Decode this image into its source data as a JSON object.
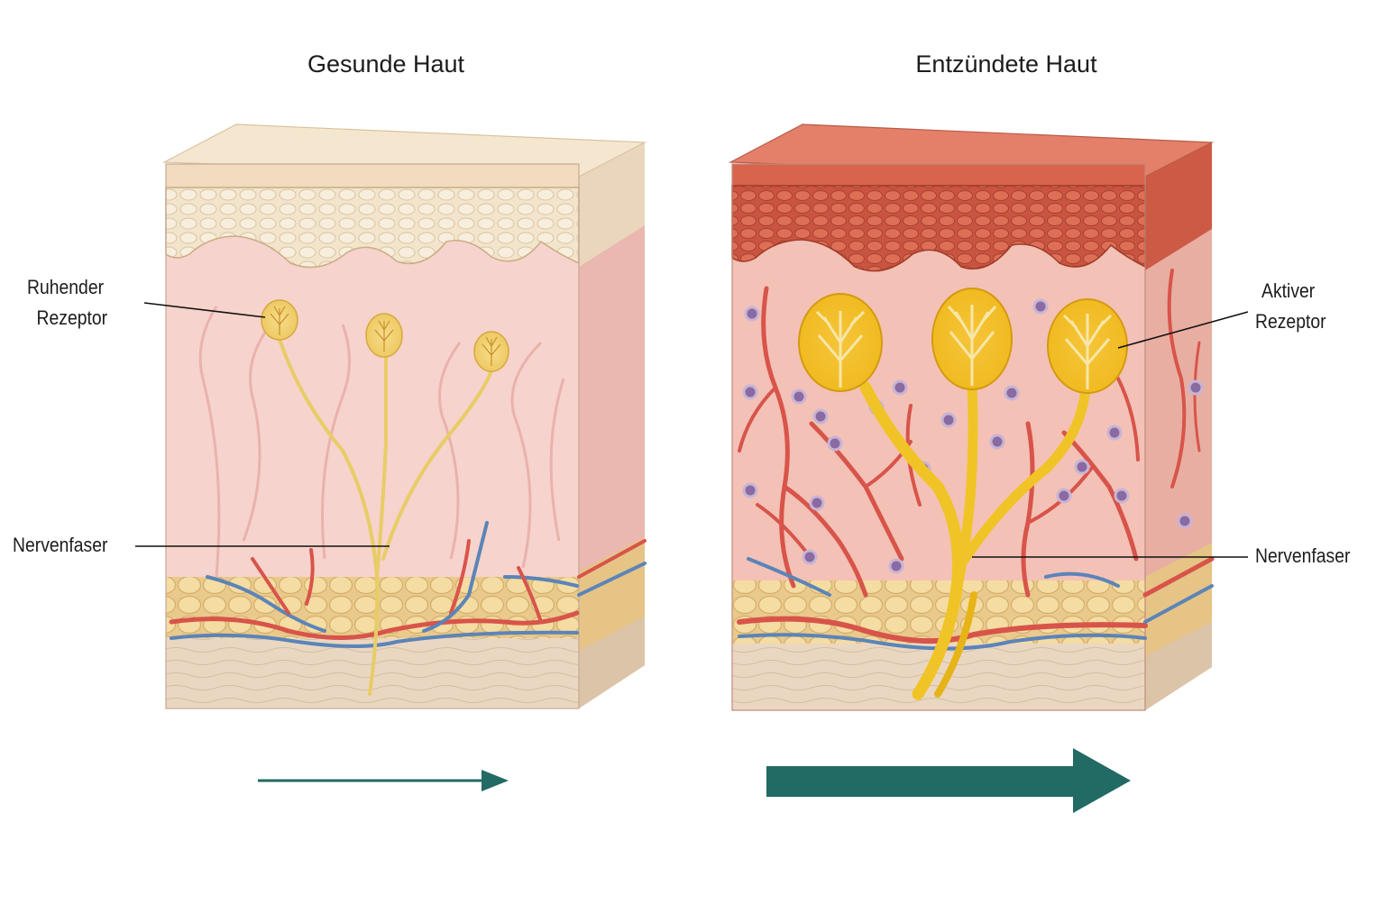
{
  "panels": {
    "healthy": {
      "title": "Gesunde Haut",
      "receptor_label": [
        "Ruhender",
        "Rezeptor"
      ],
      "nerve_label": "Nervenfaser"
    },
    "inflamed": {
      "title": "Entzündete Haut",
      "receptor_label": [
        "Aktiver",
        "Rezeptor"
      ],
      "nerve_label": "Nervenfaser"
    }
  },
  "colors": {
    "healthy_epidermis": "#f4e6d0",
    "healthy_dermis": "#f6d2cc",
    "inflamed_epidermis": "#d9624a",
    "inflamed_dermis": "#f2bcb0",
    "fat": "#f2d79a",
    "nerve": "#f2d45a",
    "artery": "#d8544a",
    "vein": "#5b84b8",
    "immune_cell": "#8a6aa0",
    "arrow": "#226a64"
  }
}
